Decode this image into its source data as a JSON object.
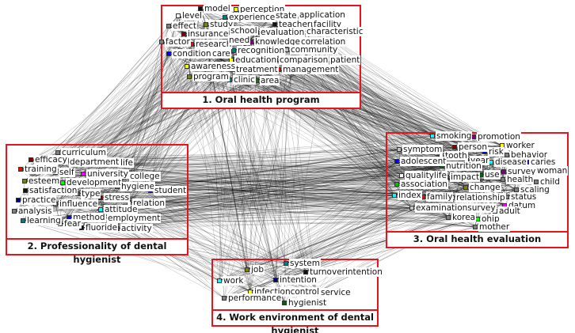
{
  "clusters": [
    {
      "title": "1. Oral health program",
      "nodes": [
        {
          "label": "model",
          "color": "#111111"
        },
        {
          "label": "perception",
          "color": "#ffff00"
        },
        {
          "label": "level",
          "color": "#ffffff"
        },
        {
          "label": "experience",
          "color": "#008080"
        },
        {
          "label": "state",
          "color": "#ffff00"
        },
        {
          "label": "application",
          "color": "#ff00ff"
        },
        {
          "label": "effect",
          "color": "#808080"
        },
        {
          "label": "study",
          "color": "#808000"
        },
        {
          "label": "teacher",
          "color": "#111111"
        },
        {
          "label": "facility",
          "color": "#ffffff"
        },
        {
          "label": "insurance",
          "color": "#800000"
        },
        {
          "label": "school",
          "color": "#ff00ff"
        },
        {
          "label": "evaluation",
          "color": "#800080"
        },
        {
          "label": "characteristic",
          "color": "#800080"
        },
        {
          "label": "factor",
          "color": "#808080"
        },
        {
          "label": "research",
          "color": "#ff0000"
        },
        {
          "label": "need",
          "color": "#ff00ff"
        },
        {
          "label": "knowledge",
          "color": "#800080"
        },
        {
          "label": "correlation",
          "color": "#111111"
        },
        {
          "label": "condition",
          "color": "#0000ff"
        },
        {
          "label": "care",
          "color": "#800000"
        },
        {
          "label": "recognition",
          "color": "#008080"
        },
        {
          "label": "community",
          "color": "#c0c0c0"
        },
        {
          "label": "education",
          "color": "#ffff00"
        },
        {
          "label": "comparison",
          "color": "#ff0000"
        },
        {
          "label": "patient",
          "color": "#00ffff"
        },
        {
          "label": "awareness",
          "color": "#ffff00"
        },
        {
          "label": "treatment",
          "color": "#0000ff"
        },
        {
          "label": "management",
          "color": "#ff0000"
        },
        {
          "label": "program",
          "color": "#808000"
        },
        {
          "label": "clinic",
          "color": "#008080"
        },
        {
          "label": "area",
          "color": "#008000"
        }
      ]
    },
    {
      "title": "2. Professionality of dental hygienist",
      "nodes": [
        {
          "label": "curriculum",
          "color": "#808080"
        },
        {
          "label": "efficacy",
          "color": "#800000"
        },
        {
          "label": "department",
          "color": "#008000"
        },
        {
          "label": "life",
          "color": "#c0c0c0"
        },
        {
          "label": "training",
          "color": "#ff0000"
        },
        {
          "label": "self",
          "color": "#008000"
        },
        {
          "label": "university",
          "color": "#ff00ff"
        },
        {
          "label": "college",
          "color": "#ffffff"
        },
        {
          "label": "esteem",
          "color": "#808000"
        },
        {
          "label": "development",
          "color": "#00ff00"
        },
        {
          "label": "hygiene",
          "color": "#ff00ff"
        },
        {
          "label": "student",
          "color": "#000080"
        },
        {
          "label": "satisfaction",
          "color": "#111111"
        },
        {
          "label": "type",
          "color": "#606060"
        },
        {
          "label": "stress",
          "color": "#800000"
        },
        {
          "label": "relation",
          "color": "#ffffff"
        },
        {
          "label": "practice",
          "color": "#000080"
        },
        {
          "label": "influence",
          "color": "#808080"
        },
        {
          "label": "attitude",
          "color": "#00ffff"
        },
        {
          "label": "analysis",
          "color": "#808080"
        },
        {
          "label": "method",
          "color": "#0000ff"
        },
        {
          "label": "employment",
          "color": "#000080"
        },
        {
          "label": "learning",
          "color": "#008080"
        },
        {
          "label": "fear",
          "color": "#0000ff"
        },
        {
          "label": "fluoride",
          "color": "#111111"
        },
        {
          "label": "activity",
          "color": "#ff0000"
        }
      ]
    },
    {
      "title": "3. Oral health evaluation",
      "nodes": [
        {
          "label": "smoking",
          "color": "#00ffff"
        },
        {
          "label": "promotion",
          "color": "#800080"
        },
        {
          "label": "person",
          "color": "#800000"
        },
        {
          "label": "worker",
          "color": "#ffff00"
        },
        {
          "label": "symptom",
          "color": "#c0c0c0"
        },
        {
          "label": "risk",
          "color": "#0000ff"
        },
        {
          "label": "behavior",
          "color": "#808080"
        },
        {
          "label": "tooth",
          "color": "#ffffff"
        },
        {
          "label": "adolescent",
          "color": "#0000ff"
        },
        {
          "label": "year",
          "color": "#ffffff"
        },
        {
          "label": "disease",
          "color": "#00ffff"
        },
        {
          "label": "caries",
          "color": "#000080"
        },
        {
          "label": "nutrition",
          "color": "#006400"
        },
        {
          "label": "survey",
          "color": "#800080"
        },
        {
          "label": "woman",
          "color": "#00ff00"
        },
        {
          "label": "qualitylife",
          "color": "#ffffff"
        },
        {
          "label": "impact",
          "color": "#00c000"
        },
        {
          "label": "use",
          "color": "#006400"
        },
        {
          "label": "health",
          "color": "#808080"
        },
        {
          "label": "child",
          "color": "#808080"
        },
        {
          "label": "association",
          "color": "#00c000"
        },
        {
          "label": "change",
          "color": "#808000"
        },
        {
          "label": "scaling",
          "color": "#808080"
        },
        {
          "label": "index",
          "color": "#00ffff"
        },
        {
          "label": "family",
          "color": "#ff0000"
        },
        {
          "label": "relationship",
          "color": "#ffffff"
        },
        {
          "label": "status",
          "color": "#808080"
        },
        {
          "label": "datum",
          "color": "#ff00ff"
        },
        {
          "label": "examinationsurvey",
          "color": "#c0c0c0"
        },
        {
          "label": "adult",
          "color": "#808080"
        },
        {
          "label": "korea",
          "color": "#808080"
        },
        {
          "label": "ohip",
          "color": "#00ff00"
        },
        {
          "label": "mother",
          "color": "#808080"
        }
      ]
    },
    {
      "title": "4. Work environment of dental hygienist",
      "nodes": [
        {
          "label": "system",
          "color": "#008080"
        },
        {
          "label": "job",
          "color": "#808000"
        },
        {
          "label": "turnoverintention",
          "color": "#111111"
        },
        {
          "label": "work",
          "color": "#00ffff"
        },
        {
          "label": "intention",
          "color": "#000080"
        },
        {
          "label": "infectioncontrol",
          "color": "#ffff00"
        },
        {
          "label": "service",
          "color": "#00ff00"
        },
        {
          "label": "performance",
          "color": "#808080"
        },
        {
          "label": "hygienist",
          "color": "#006400"
        }
      ]
    }
  ]
}
